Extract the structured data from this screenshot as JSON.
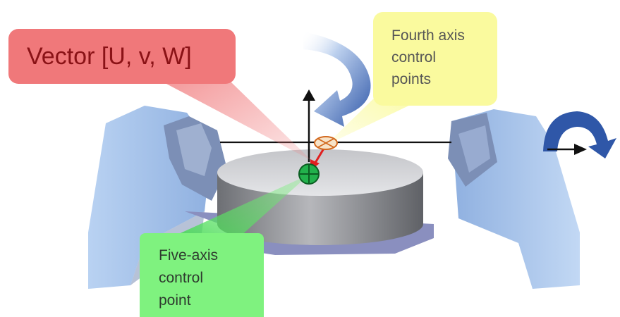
{
  "callouts": {
    "vector": {
      "text": "Vector [U, v, W]",
      "color": "#f0787a"
    },
    "fourth_axis": {
      "lines": [
        "Fourth axis",
        "control",
        "points"
      ],
      "color": "#fafa9e"
    },
    "five_axis": {
      "lines": [
        "Five-axis",
        "control",
        "point"
      ],
      "color": "#7ff27f"
    }
  },
  "colors": {
    "support": "#a9c6ec",
    "support_shadow": "#7c8fb6",
    "table_side": "#8d8f94",
    "table_top": "#d2d3d6",
    "rotation_arrow": "#2f57a8",
    "axis_line": "#111111",
    "vector_arrow": "#e02020",
    "five_axis_marker": "#22b14c",
    "fourth_axis_marker": "#e07a30"
  }
}
